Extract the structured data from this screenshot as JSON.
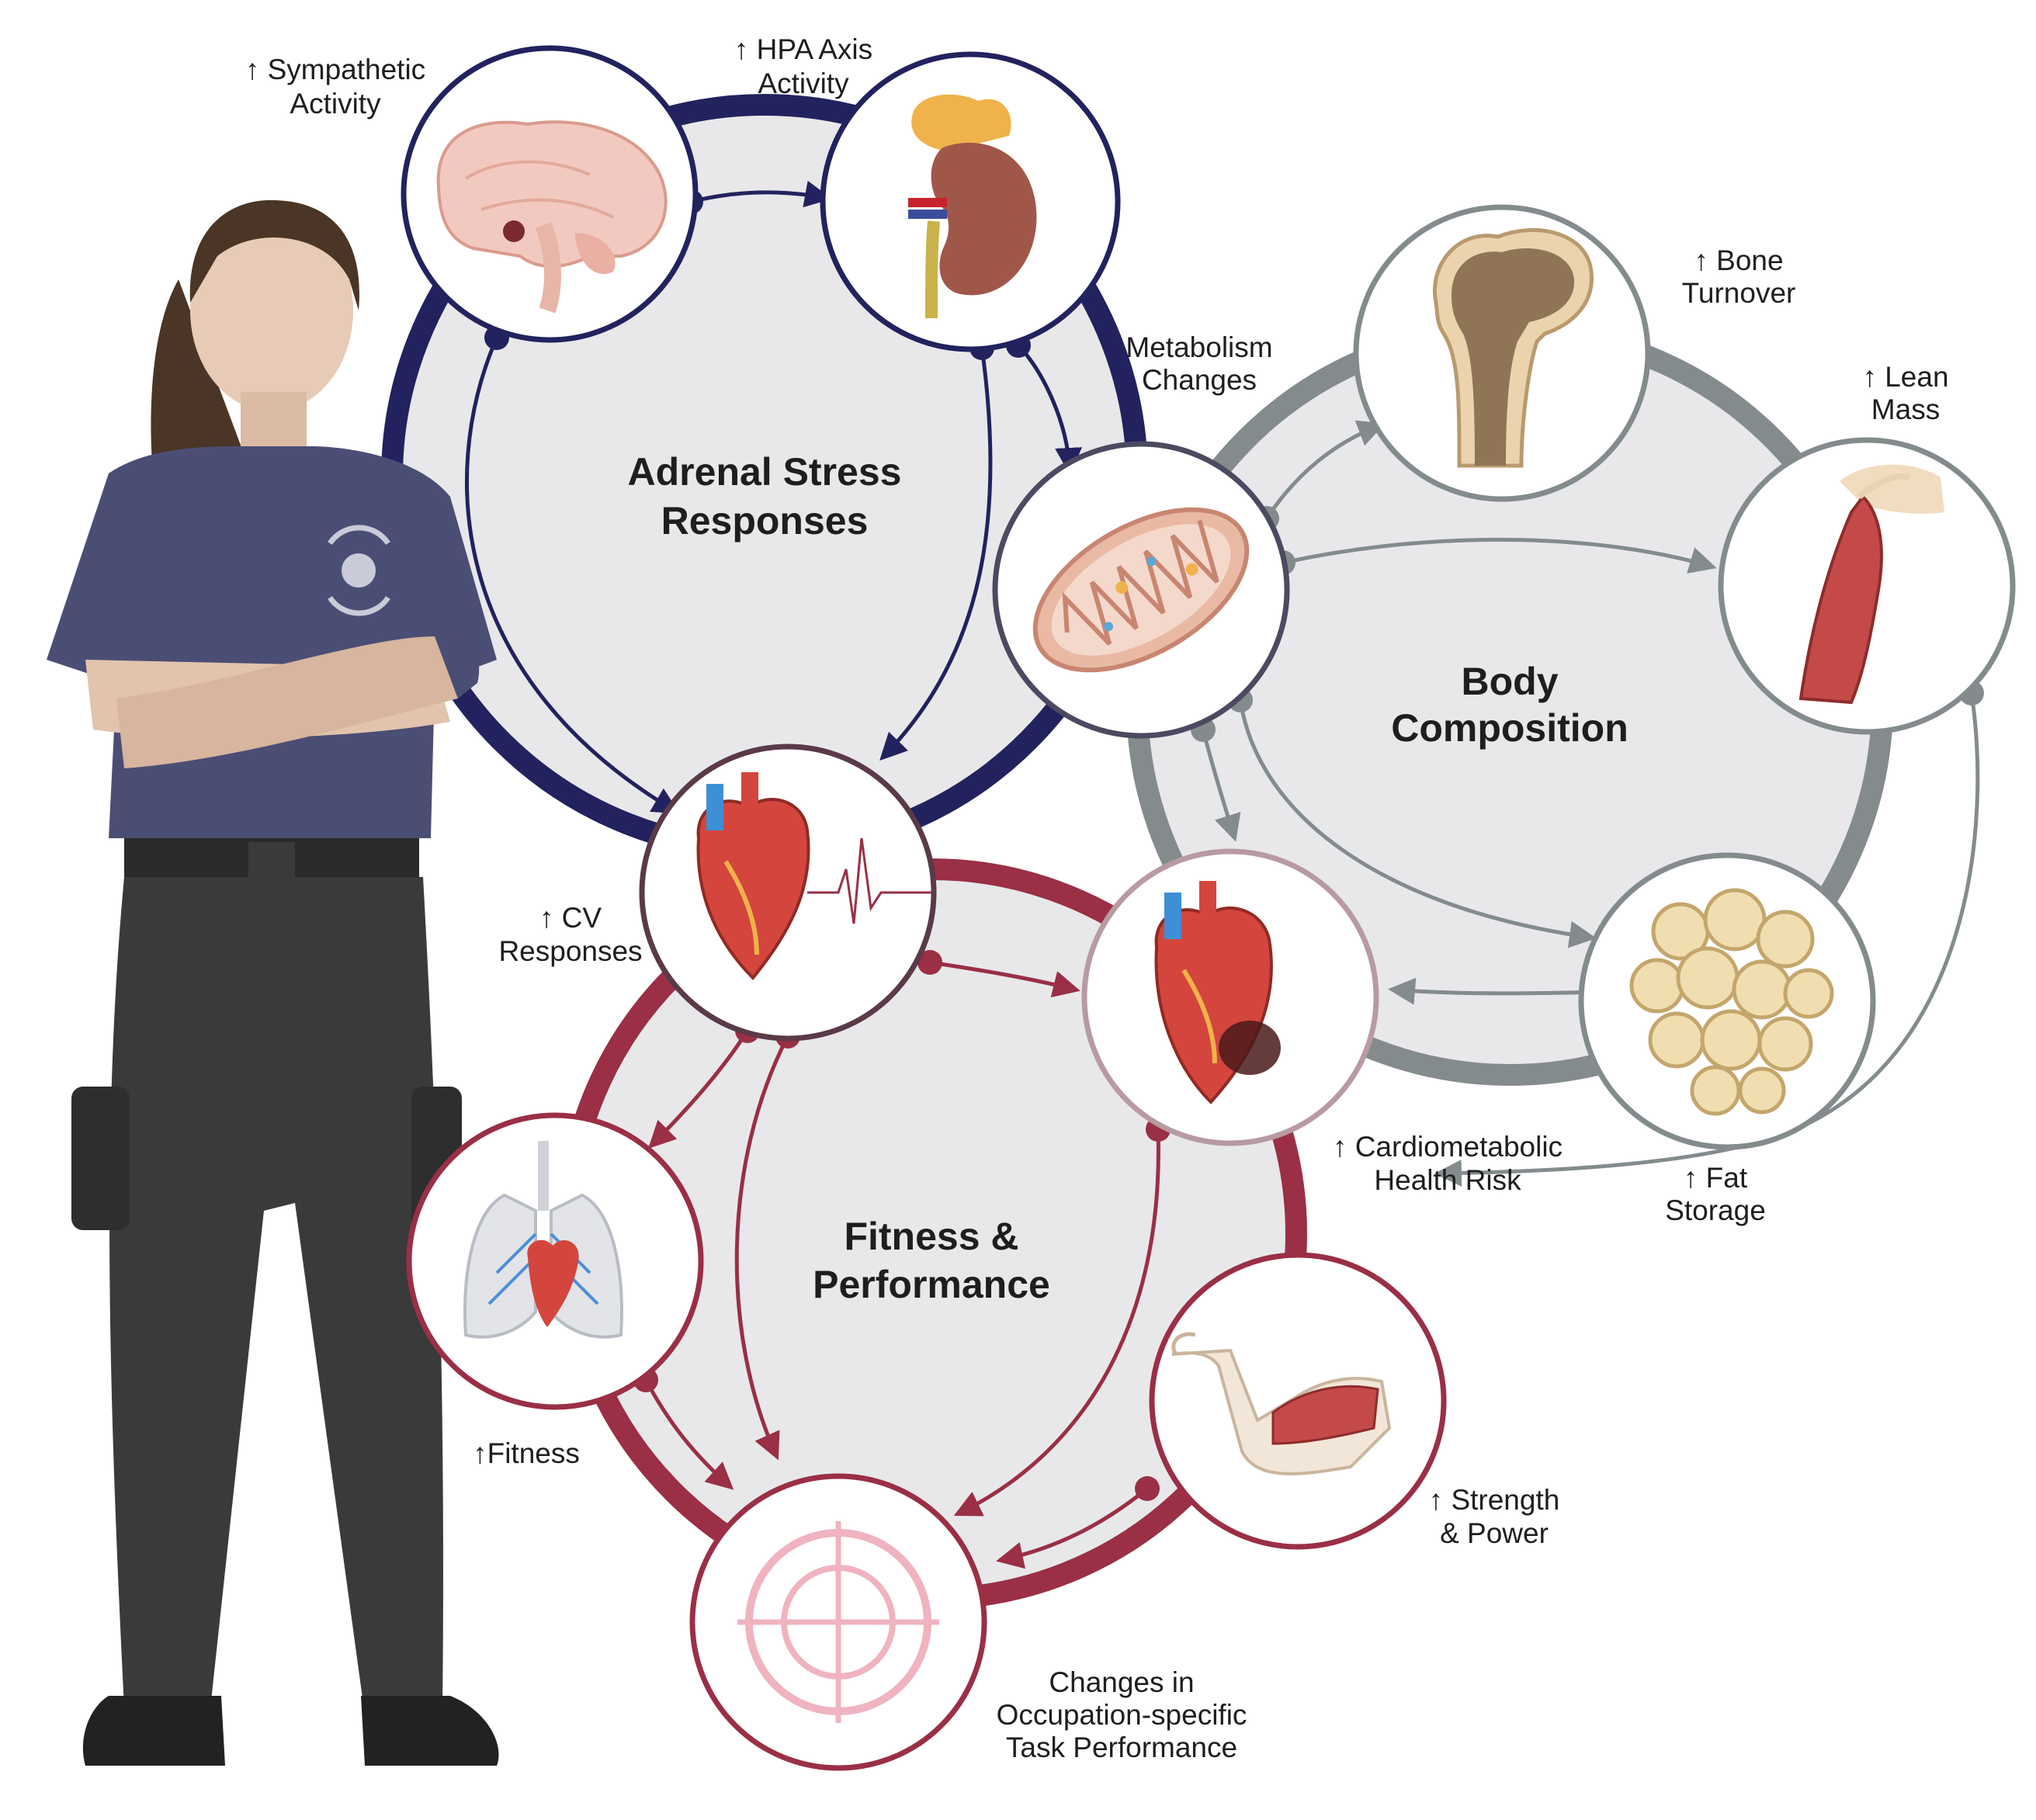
{
  "colors": {
    "adrenal": "#22225e",
    "body_composition": "#838b8d",
    "fitness": "#9a2f45",
    "background": "#ffffff",
    "region_fill": "#e8e8ea"
  },
  "clusters": {
    "adrenal_title": [
      "Adrenal Stress",
      "Responses"
    ],
    "body_title": [
      "Body",
      "Composition"
    ],
    "fitness_title": [
      "Fitness &",
      "Performance"
    ]
  },
  "nodes": {
    "brain": {
      "label": [
        "↑ Sympathetic",
        "Activity"
      ],
      "icon": "brain-icon"
    },
    "kidney": {
      "label": [
        "↑ HPA Axis",
        "Activity"
      ],
      "icon": "kidney-adrenal-icon"
    },
    "mitochondria": {
      "label": [
        "Metabolism",
        "Changes"
      ],
      "icon": "mitochondria-icon"
    },
    "bone": {
      "label": [
        "↑ Bone",
        "Turnover"
      ],
      "icon": "bone-icon"
    },
    "muscle": {
      "label": [
        "↑ Lean",
        "Mass"
      ],
      "icon": "muscle-icon"
    },
    "fat": {
      "label": [
        "↑ Fat",
        "Storage"
      ],
      "icon": "fat-cells-icon"
    },
    "heart_cv": {
      "label": [
        "↑ CV",
        "Responses"
      ],
      "icon": "heart-ecg-icon"
    },
    "heart_risk": {
      "label": [
        "↑ Cardiometabolic",
        "Health Risk"
      ],
      "icon": "diseased-heart-icon"
    },
    "lungs": {
      "label": [
        "↑Fitness"
      ],
      "icon": "lungs-heart-icon"
    },
    "arm": {
      "label": [
        "↑ Strength",
        "& Power"
      ],
      "icon": "flexed-arm-icon"
    },
    "target": {
      "label": [
        "Changes in",
        "Occupation-specific",
        "Task Performance"
      ],
      "icon": "target-icon"
    }
  },
  "figure": {
    "icon": "firefighter-figure-icon"
  }
}
